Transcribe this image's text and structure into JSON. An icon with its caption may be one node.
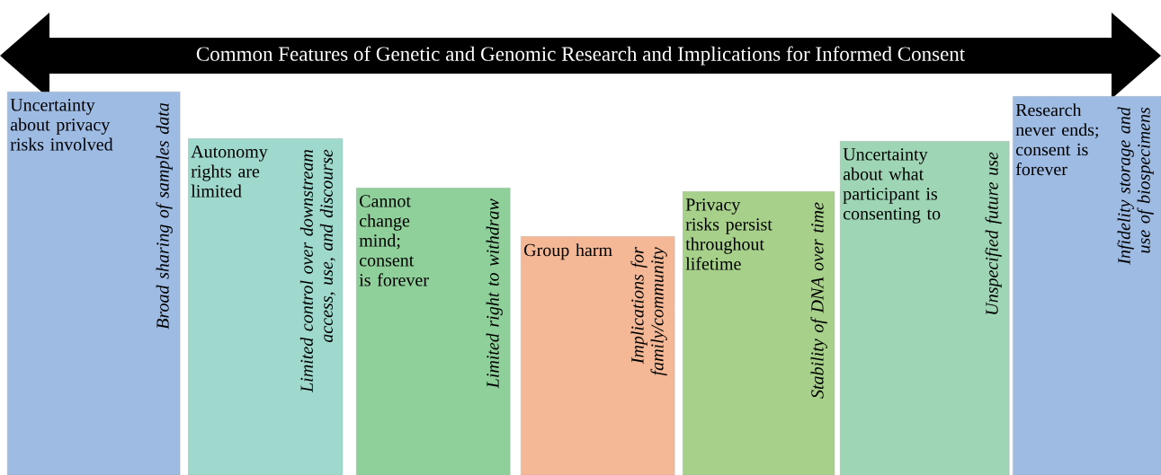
{
  "diagram": {
    "nodes": [
      {
        "text": [
          "Common Features of Genetic and Genomic Research and Implications for Informed Consent"
        ]
      },
      {
        "text": [
          "Uncertainty about privacy risks involved",
          "Broad sharing of samples data"
        ]
      },
      {
        "text": [
          "Autonomy rights are limited",
          "Limited control over downstream access, use, and discourse"
        ]
      },
      {
        "text": [
          "Cannot change mind; consent is forever",
          "Limited right to withdraw"
        ]
      },
      {
        "text": [
          "Group harm",
          "Implications for family/community"
        ]
      },
      {
        "text": [
          "Privacy risks persist throughout lifetime",
          "Stability of DNA over time"
        ]
      },
      {
        "text": [
          "Uncertainty about what participant is consenting to",
          "Unspecified future use"
        ]
      },
      {
        "text": [
          "Research never ends; consent is forever",
          "Infidelity storage and use of biospecimens"
        ]
      }
    ]
  }
}
